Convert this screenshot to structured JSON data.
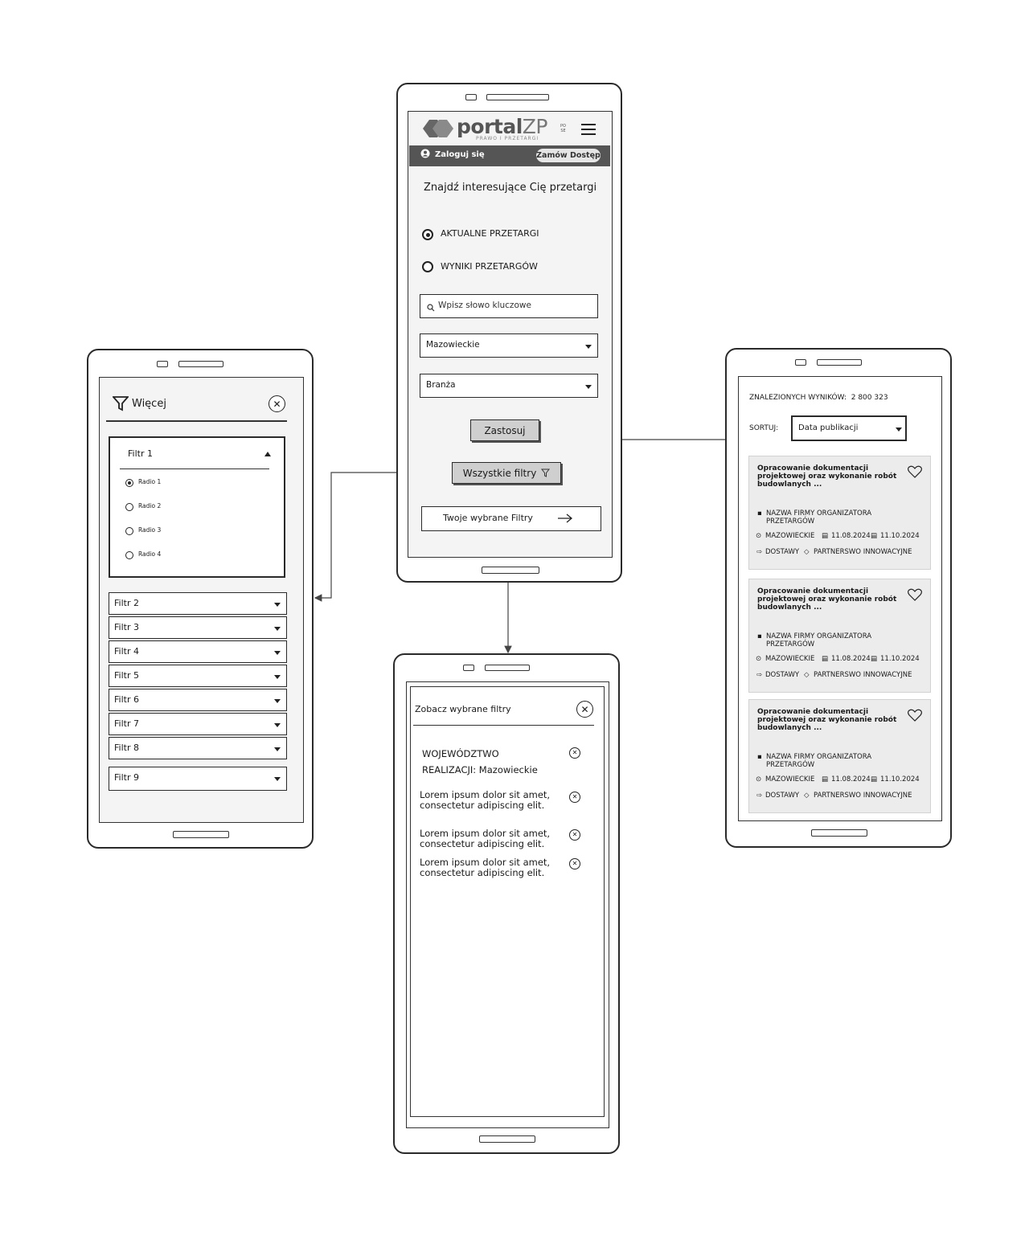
{
  "main": {
    "logo_text": "portal",
    "logo_zp": "ZP",
    "logo_tagline": "PRAWO I PRZETARGI",
    "lang_badge_top": "PO",
    "lang_badge_bottom": "SE",
    "login_label": "Zaloguj się",
    "order_button": "Zamów Dostęp",
    "heading": "Znajdź interesujące Cię przetargi",
    "radio_current": "AKTUALNE PRZETARGI",
    "radio_results": "WYNIKI PRZETARGÓW",
    "search_placeholder": "Wpisz słowo kluczowe",
    "region_select": "Mazowieckie",
    "industry_select": "Branża",
    "apply_button": "Zastosuj",
    "all_filters_button": "Wszystkie filtry",
    "selected_filters_button": "Twoje wybrane Filtry"
  },
  "filters_panel": {
    "title": "Więcej",
    "open_filter": "Filtr 1",
    "radios": [
      "Radio 1",
      "Radio 2",
      "Radio 3",
      "Radio 4"
    ],
    "filters": [
      "Filtr 2",
      "Filtr 3",
      "Filtr 4",
      "Filtr 5",
      "Filtr 6",
      "Filtr 7",
      "Filtr 8"
    ],
    "last_filter": "Filtr 9"
  },
  "results_panel": {
    "found_label": "ZNALEZIONYCH WYNIKÓW:",
    "found_count": "2 800 323",
    "sort_label": "SORTUJ:",
    "sort_value": "Data publikacji",
    "cards": [
      {
        "title": "Opracowanie dokumentacji projektowej oraz wykonanie robót budowlanych ...",
        "organizer": "NAZWA FIRMY ORGANIZATORA PRZETARGÓW",
        "region": "MAZOWIECKIE",
        "date_pub": "11.08.2024",
        "date_end": "11.10.2024",
        "category": "DOSTAWY",
        "tag": "PARTNERSWO INNOWACYJNE"
      },
      {
        "title": "Opracowanie dokumentacji projektowej oraz wykonanie robót budowlanych ...",
        "organizer": "NAZWA FIRMY ORGANIZATORA PRZETARGÓW",
        "region": "MAZOWIECKIE",
        "date_pub": "11.08.2024",
        "date_end": "11.10.2024",
        "category": "DOSTAWY",
        "tag": "PARTNERSWO INNOWACYJNE"
      },
      {
        "title": "Opracowanie dokumentacji projektowej oraz wykonanie robót budowlanych ...",
        "organizer": "NAZWA FIRMY ORGANIZATORA PRZETARGÓW",
        "region": "MAZOWIECKIE",
        "date_pub": "11.08.2024",
        "date_end": "11.10.2024",
        "category": "DOSTAWY",
        "tag": "PARTNERSWO INNOWACYJNE"
      }
    ]
  },
  "selected_panel": {
    "title": "Zobacz wybrane filtry",
    "items": [
      [
        "WOJEWÓDZTWO",
        "REALIZACJI: Mazowieckie"
      ],
      [
        "Lorem ipsum dolor sit amet,",
        "consectetur adipiscing elit."
      ],
      [
        "Lorem ipsum dolor sit amet,",
        "consectetur adipiscing elit."
      ],
      [
        "Lorem ipsum dolor sit amet,",
        "consectetur adipiscing elit."
      ]
    ]
  }
}
